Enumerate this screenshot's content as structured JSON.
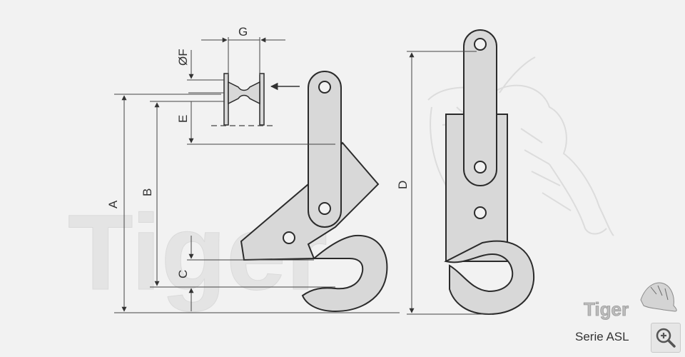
{
  "dimensions": {
    "A": "A",
    "B": "B",
    "C": "C",
    "D": "D",
    "E": "E",
    "F": "ØF",
    "G": "G"
  },
  "watermark": "Tiger",
  "logo_text": "Tiger",
  "series_label": "Serie ASL",
  "zoom_icon": "zoom-in-icon",
  "colors": {
    "background": "#f2f2f2",
    "part_fill": "#d8d8d8",
    "outline": "#2b2b2b",
    "watermark": "#e0e0e0",
    "dimension_line": "#444444"
  }
}
